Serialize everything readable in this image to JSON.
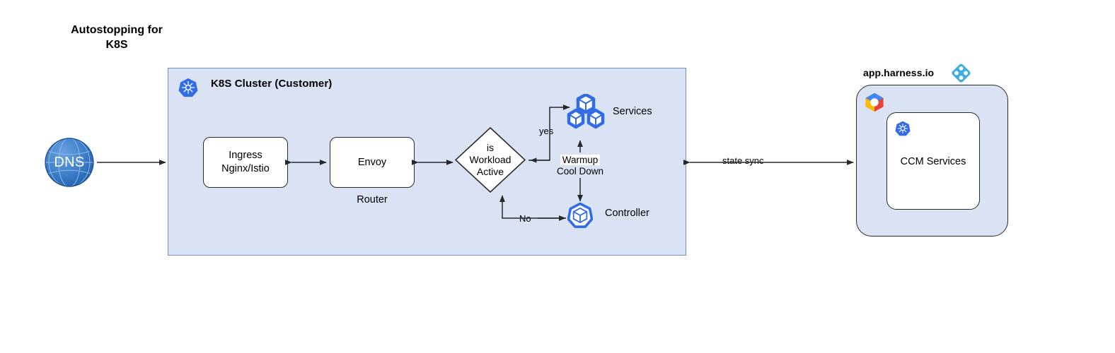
{
  "title": "Autostopping for\nK8S",
  "colors": {
    "cluster_fill": "#dae3f3",
    "cluster_border": "#7491c4",
    "node_fill": "#ffffff",
    "node_border": "#2b2b2b",
    "k8s_blue": "#326ce5",
    "dns_blue": "#2f6fc0",
    "harness_blue": "#3fade0",
    "gcp_blue": "#4285f4",
    "gcp_red": "#ea4335",
    "gcp_yellow": "#fbbc05",
    "edge_stroke": "#26282b",
    "page_background": "#ffffff"
  },
  "cluster": {
    "label": "K8S Cluster (Customer)",
    "icon": "kubernetes-icon",
    "nodes": {
      "ingress": {
        "label": "Ingress\nNginx/Istio"
      },
      "envoy": {
        "label": "Envoy",
        "caption": "Router"
      },
      "decision": {
        "label": "is\nWorkload\nActive",
        "shape": "diamond"
      },
      "services": {
        "label": "Services",
        "icon": "kubernetes-pods-icon"
      },
      "controller": {
        "label": "Controller",
        "icon": "kubernetes-pod-icon"
      }
    },
    "edges": {
      "yes": "yes",
      "no": "No",
      "warmup_line1": "Warmup",
      "warmup_line2": "Cool Down"
    }
  },
  "dns": {
    "label": "DNS",
    "icon": "globe-icon"
  },
  "state_sync": {
    "label": "state sync"
  },
  "harness": {
    "label": "app.harness.io",
    "logo": "harness-logo",
    "cloud_logo": "gcp-logo",
    "inner": {
      "label": "CCM Services",
      "icon": "kubernetes-icon"
    }
  }
}
